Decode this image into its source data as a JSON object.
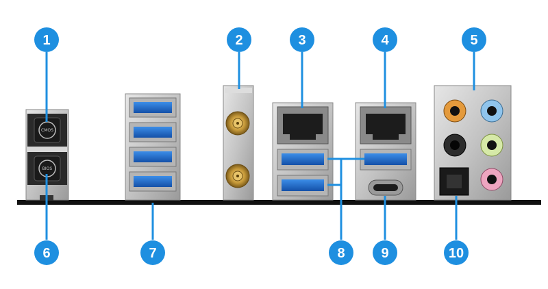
{
  "colors": {
    "badge": "#1e8fe0",
    "leader": "#1e8fe0",
    "usb_blue": "#1f6fd1",
    "baseline": "#111111",
    "metal": "#c9c9c9",
    "gold": "#c79a3a"
  },
  "callouts": [
    {
      "number": "1",
      "target": "clear-cmos-button"
    },
    {
      "number": "2",
      "target": "wifi-antenna-connectors"
    },
    {
      "number": "3",
      "target": "lan-port-1"
    },
    {
      "number": "4",
      "target": "lan-port-2"
    },
    {
      "number": "5",
      "target": "audio-jacks"
    },
    {
      "number": "6",
      "target": "bios-flashback-button"
    },
    {
      "number": "7",
      "target": "usb-stack-left"
    },
    {
      "number": "8",
      "target": "usb-pairs-middle"
    },
    {
      "number": "9",
      "target": "usb-c-port"
    },
    {
      "number": "10",
      "target": "optical-spdif-out"
    }
  ],
  "button_labels": {
    "clear_cmos": "CMOS",
    "bios_flashback": "BIOS"
  }
}
